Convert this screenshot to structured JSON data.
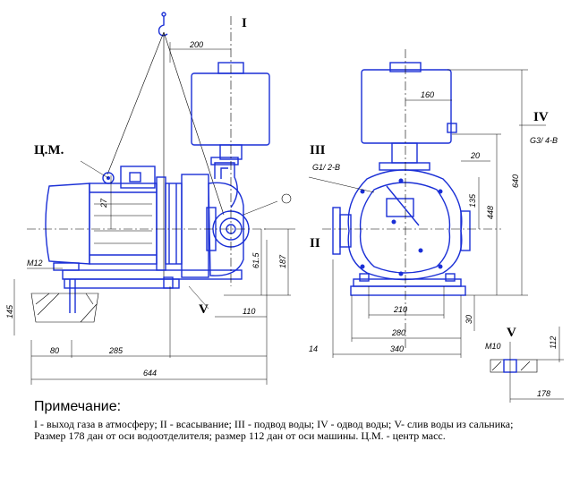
{
  "labels": {
    "cm": "Ц.М.",
    "roman_I": "I",
    "roman_II": "II",
    "roman_III": "III",
    "roman_IV": "IV",
    "roman_V_left": "V",
    "roman_V_right": "V",
    "thread_III": "G1/ 2-B",
    "thread_IV": "G3/ 4-B",
    "thread_M12": "M12",
    "thread_M10": "M10"
  },
  "dimensions": {
    "d200": "200",
    "d27": "27",
    "d145": "145",
    "d80": "80",
    "d285": "285",
    "d644": "644",
    "d110": "110",
    "d615": "61.5",
    "d187": "187",
    "d160": "160",
    "d20": "20",
    "d640": "640",
    "d448": "448",
    "d135": "135",
    "d30": "30",
    "d210": "210",
    "d280": "280",
    "d340": "340",
    "d14": "14",
    "d112": "112",
    "d178": "178"
  },
  "notes": {
    "title": "Примечание:",
    "line1": "I - выход газа в атмосферу; II - всасывание; III - подвод воды; IV - одвод воды; V- слив воды из сальника;",
    "line2": "Размер 178 дан от оси водоотделителя; размер 112 дан от оси машины. Ц.М. - центр масс."
  },
  "colors": {
    "drawing_blue": "#1a2fd6",
    "dimension_black": "#000000"
  }
}
